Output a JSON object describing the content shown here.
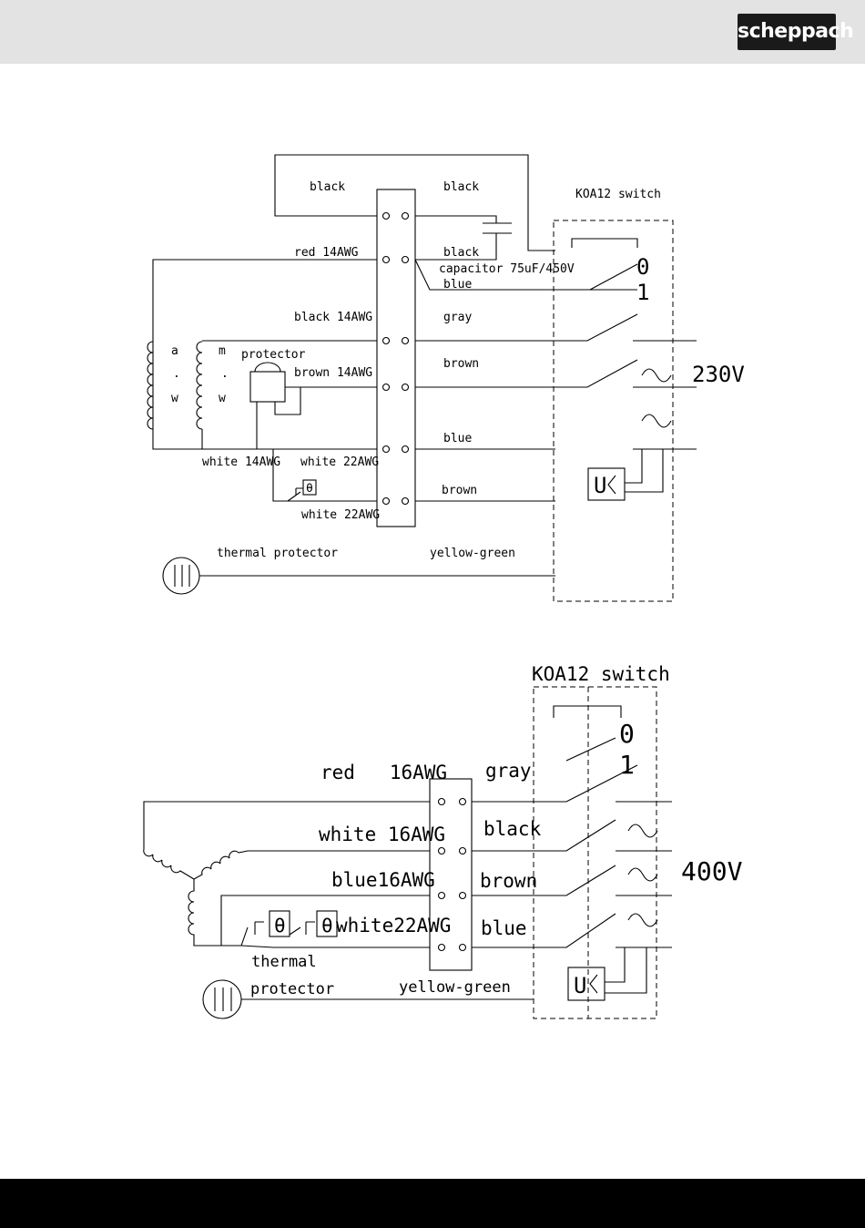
{
  "brand": {
    "logo_text": "scheppach"
  },
  "diagram_230v": {
    "switch_label": "KOA12 switch",
    "voltage": "230V",
    "terminal_left_labels": [
      "black",
      "red 14AWG",
      "black 14AWG",
      "brown 14AWG",
      "white 22AWG",
      "white 22AWG"
    ],
    "terminal_right_labels": [
      "black",
      "black",
      "capacitor 75uF/450V",
      "blue",
      "gray",
      "brown",
      "blue",
      "brown"
    ],
    "winding_labels": [
      "a",
      ".",
      "w",
      "m",
      ".",
      "w"
    ],
    "protector_label": "protector",
    "white_14awg": "white 14AWG",
    "thermal_protector": "thermal protector",
    "ground_wire": "yellow-green",
    "switch_positions": [
      "0",
      "1"
    ],
    "thermal_symbol": "θ",
    "relay_label": "U"
  },
  "diagram_400v": {
    "switch_label": "KOA12 switch",
    "voltage": "400V",
    "terminal_left_labels": [
      "red   16AWG",
      "white 16AWG",
      "blue16AWG",
      "white22AWG"
    ],
    "terminal_right_labels": [
      "gray",
      "black",
      "brown",
      "blue"
    ],
    "thermal_protector_line1": "thermal",
    "thermal_protector_line2": "protector",
    "ground_wire": "yellow-green",
    "switch_positions": [
      "0",
      "1"
    ],
    "thermal_symbol": "θ",
    "relay_label": "U"
  }
}
